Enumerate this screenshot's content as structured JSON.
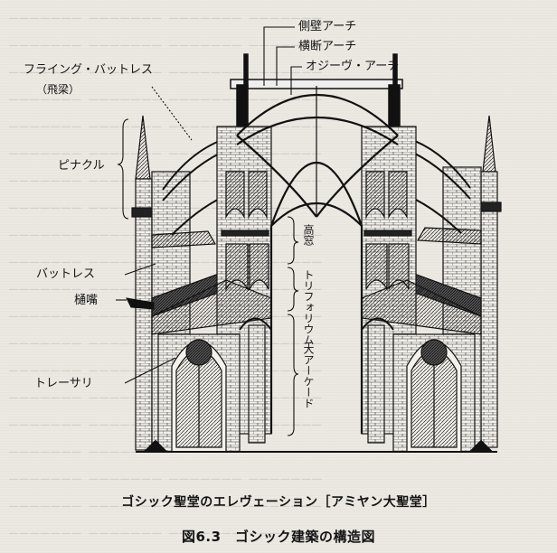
{
  "labels": {
    "side_wall_arch": "側壁アーチ",
    "transverse_arch": "横断アーチ",
    "ogee_arch": "オジーヴ・アーチ",
    "flying_buttress": "フライング・バットレス",
    "flying_buttress_alt": "（飛梁）",
    "pinnacle": "ピナクル",
    "clerestory": "高窓",
    "buttress": "バットレス",
    "triforium": "トリフォリウム",
    "gargoyle": "樋嘴",
    "grand_arcade": "大アーケード",
    "tracery": "トレーサリ"
  },
  "caption": {
    "subtitle": "ゴシック聖堂のエレヴェーション［アミヤン大聖堂］",
    "title": "図6.3　ゴシック建築の構造図"
  }
}
